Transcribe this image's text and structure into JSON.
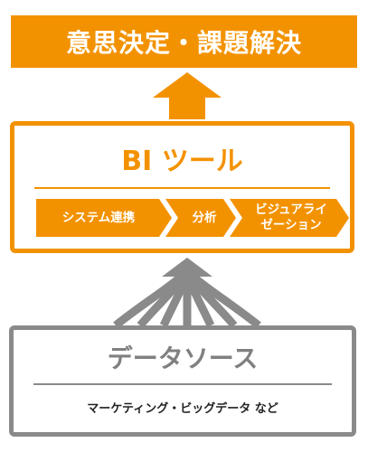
{
  "decision": {
    "label": "意思決定・課題解決"
  },
  "bi_tool": {
    "title": "BI ツール",
    "steps": [
      {
        "label": "システム連携"
      },
      {
        "label": "分析"
      },
      {
        "label": "ビジュアライ\nゼーション"
      }
    ]
  },
  "data_source": {
    "title": "データソース",
    "caption": "マーケティング・ビッグデータ など"
  },
  "colors": {
    "accent": "#f39200",
    "neutral": "#8a8a8a"
  }
}
